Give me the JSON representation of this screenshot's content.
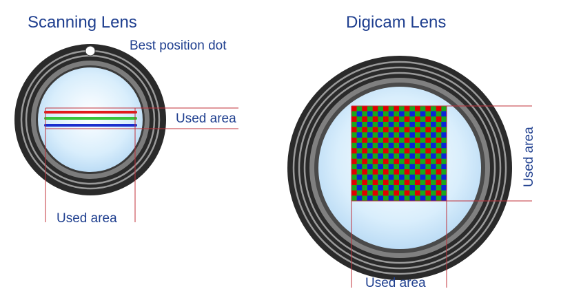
{
  "scanning_lens": {
    "title": "Scanning Lens",
    "dot_label": "Best position dot",
    "used_area_right_label": "Used area",
    "used_area_bottom_label": "Used area",
    "line_colors": [
      "#e11b1b",
      "#3ac43a",
      "#1a2ecf"
    ]
  },
  "digicam_lens": {
    "title": "Digicam Lens",
    "used_area_right_label": "Used area",
    "used_area_bottom_label": "Used area",
    "sensor_colors": [
      "#e00000",
      "#1aa81a",
      "#0a24d8"
    ]
  },
  "colors": {
    "text": "#1f3f8f",
    "guide_lines": "#c0303a",
    "lens_glass": "#d6ecfb",
    "barrel_dark": "#222222",
    "barrel_mid": "#777777"
  }
}
